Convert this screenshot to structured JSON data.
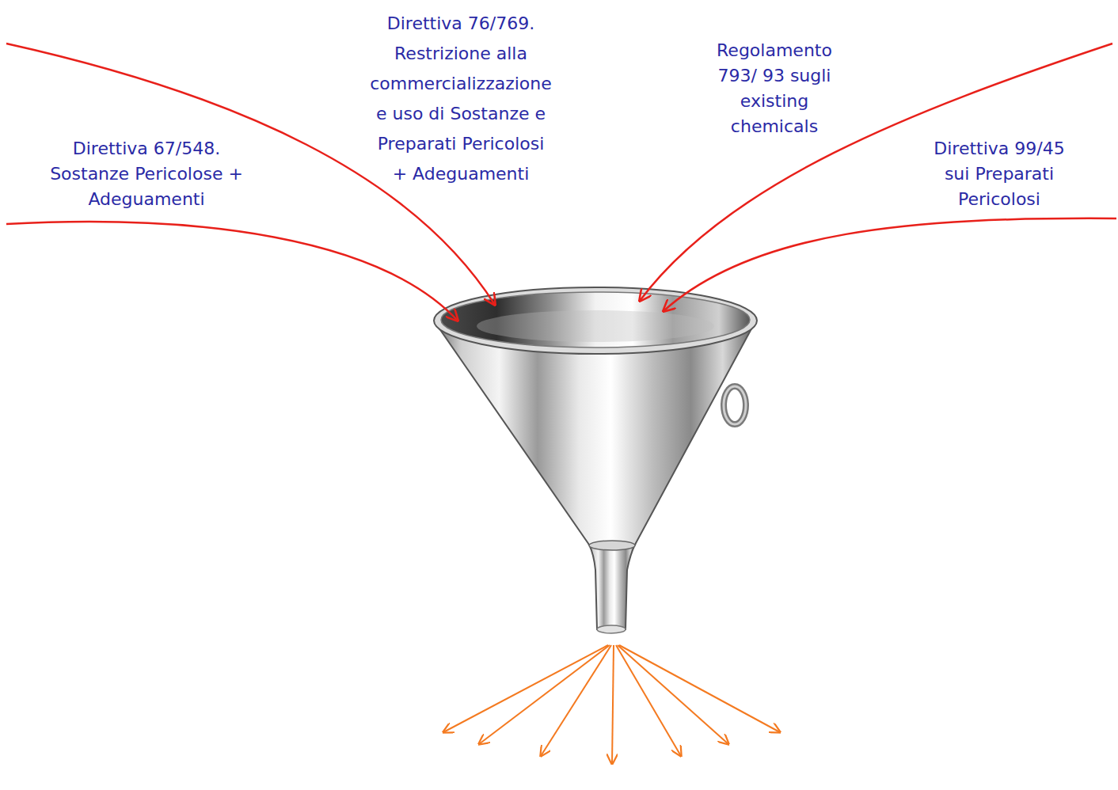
{
  "diagram": {
    "labels": [
      "Direttiva 67/548. Sostanze Pericolose + Adeguamenti",
      "Direttiva 76/769. Restrizione alla commercializzazione e uso di Sostanze e Preparati Pericolosi + Adeguamenti",
      "Regolamento 793/ 93 sugli existing chemicals",
      "Direttiva 99/45 sui Preparati Pericolosi"
    ]
  }
}
